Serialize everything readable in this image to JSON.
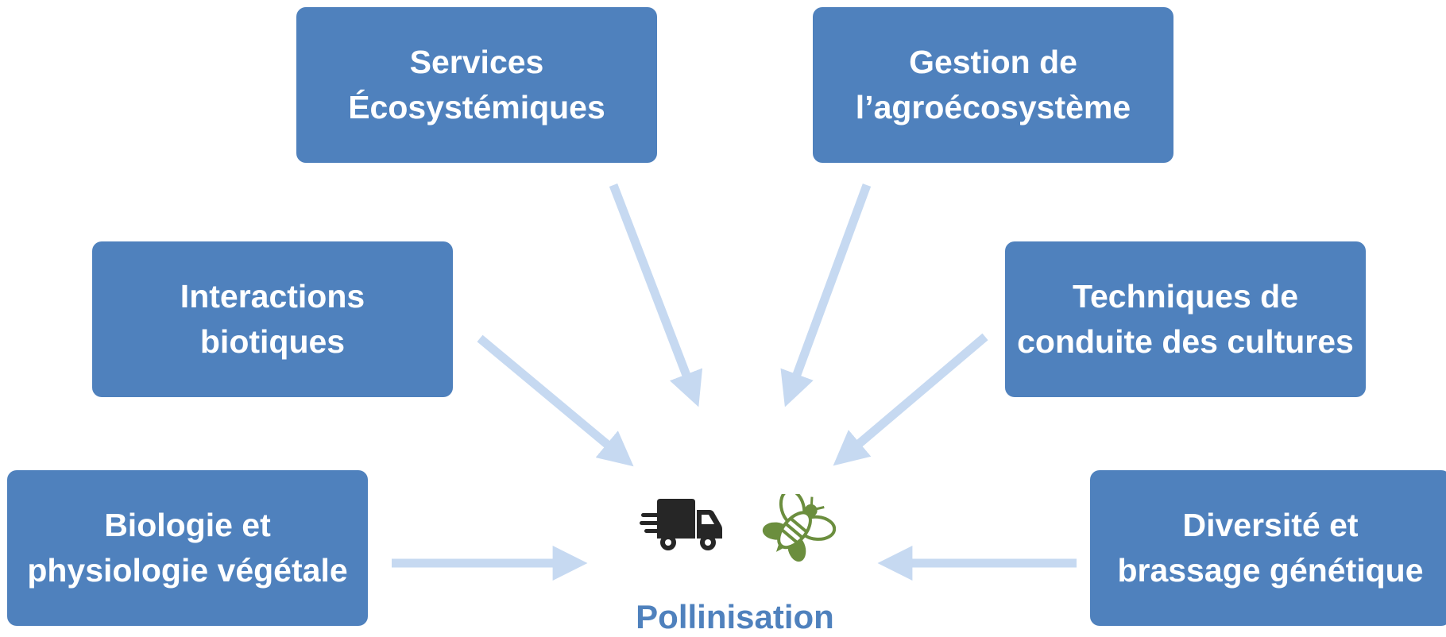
{
  "boxes": {
    "services": {
      "line1": "Services",
      "line2": "Écosystémiques"
    },
    "gestion": {
      "line1": "Gestion de",
      "line2": "l’agroécosystème"
    },
    "interact": {
      "line1": "Interactions",
      "line2": "biotiques"
    },
    "techniques": {
      "line1": "Techniques de",
      "line2": "conduite des cultures"
    },
    "biologie": {
      "line1": "Biologie et",
      "line2": "physiologie végétale"
    },
    "diversite": {
      "line1": "Diversité et",
      "line2": "brassage génétique"
    }
  },
  "center": {
    "label": "Pollinisation"
  },
  "icons": {
    "truck": "delivery-truck-icon",
    "bee": "bee-icon"
  },
  "colors": {
    "box_fill": "#4f81bd",
    "box_text": "#ffffff",
    "arrow": "#c6d9f1",
    "label": "#4f81bd",
    "truck": "#262626",
    "bee": "#6b8e3e"
  }
}
